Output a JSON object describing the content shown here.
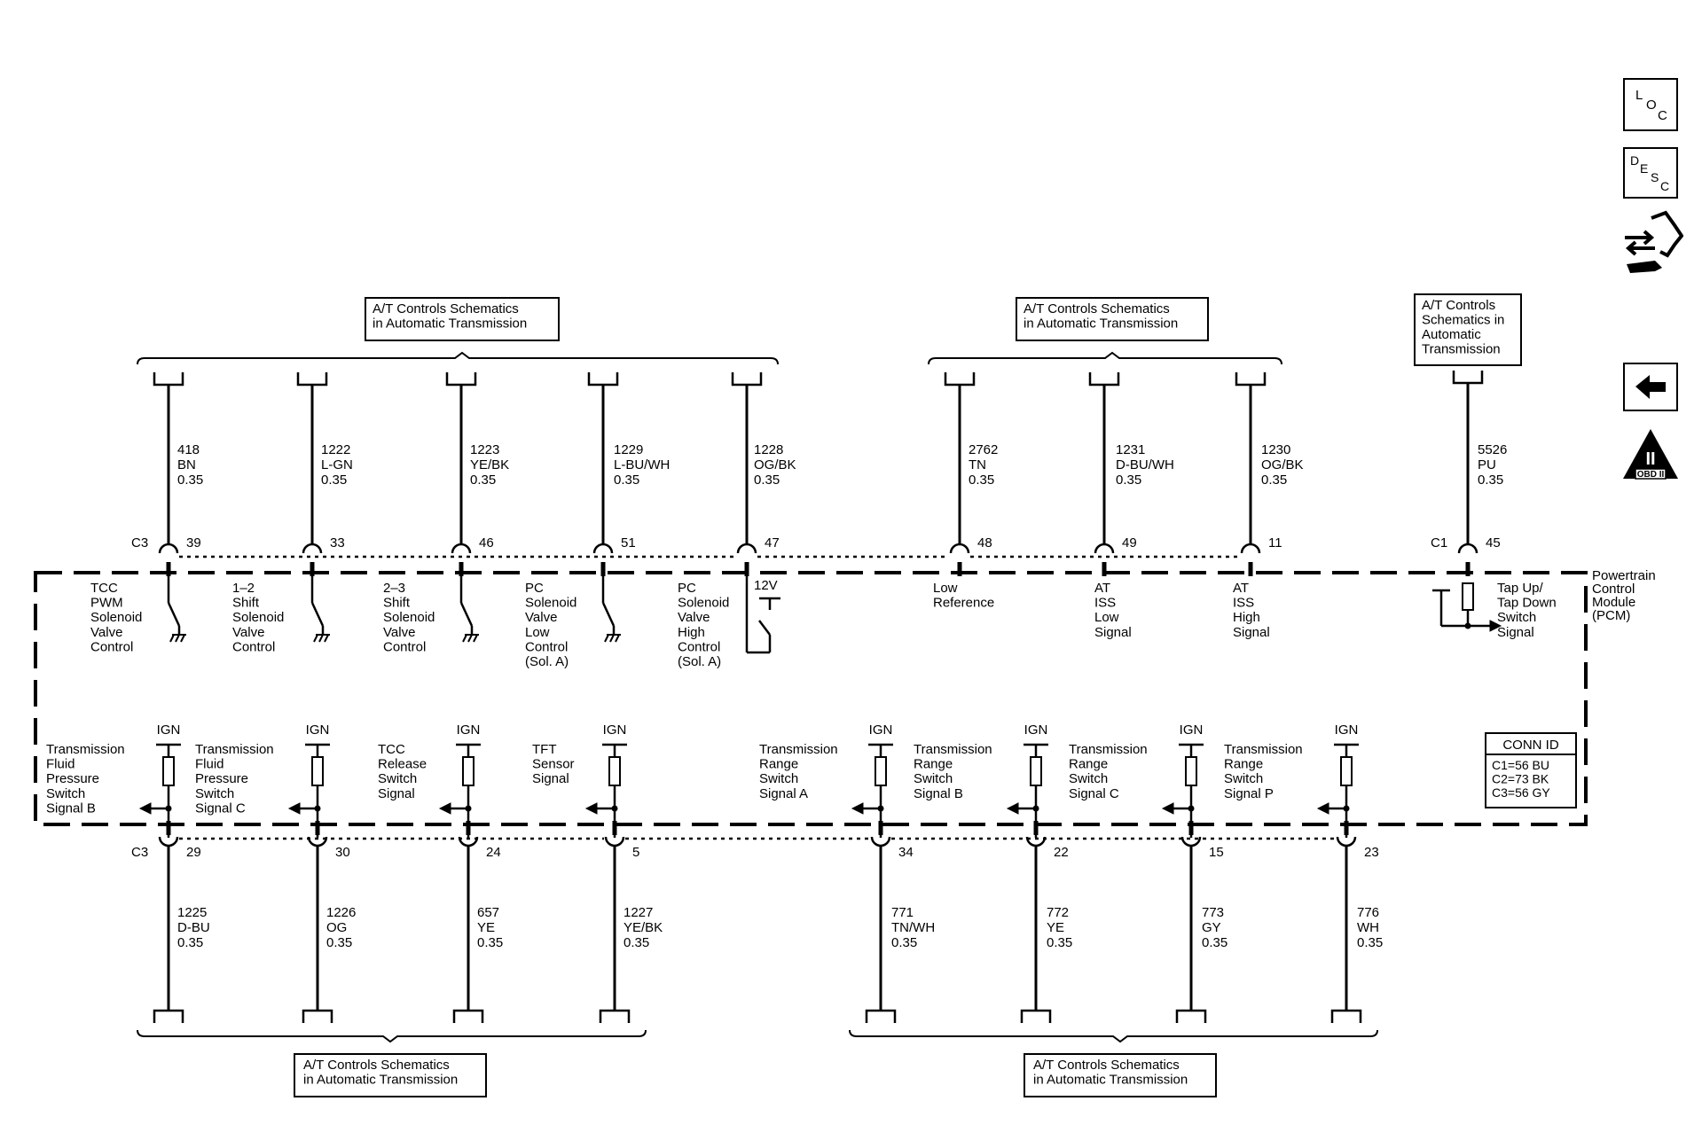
{
  "top_groups": [
    {
      "title_lines": [
        "A/T Controls Schematics",
        "in Automatic Transmission"
      ],
      "wires": [
        {
          "circuit": "418",
          "color": "BN",
          "gauge": "0.35",
          "pin": "39",
          "connector": "C3",
          "desc": [
            "TCC",
            "PWM",
            "Solenoid",
            "Valve",
            "Control"
          ]
        },
        {
          "circuit": "1222",
          "color": "L-GN",
          "gauge": "0.35",
          "pin": "33",
          "desc": [
            "1–2",
            "Shift",
            "Solenoid",
            "Valve",
            "Control"
          ]
        },
        {
          "circuit": "1223",
          "color": "YE/BK",
          "gauge": "0.35",
          "pin": "46",
          "desc": [
            "2–3",
            "Shift",
            "Solenoid",
            "Valve",
            "Control"
          ]
        },
        {
          "circuit": "1229",
          "color": "L-BU/WH",
          "gauge": "0.35",
          "pin": "51",
          "desc": [
            "PC",
            "Solenoid",
            "Valve",
            "Low",
            "Control",
            "(Sol. A)"
          ]
        },
        {
          "circuit": "1228",
          "color": "OG/BK",
          "gauge": "0.35",
          "pin": "47",
          "desc": [
            "PC",
            "Solenoid",
            "Valve",
            "High",
            "Control",
            "(Sol. A)"
          ]
        }
      ]
    },
    {
      "title_lines": [
        "A/T Controls Schematics",
        "in Automatic Transmission"
      ],
      "wires": [
        {
          "circuit": "2762",
          "color": "TN",
          "gauge": "0.35",
          "pin": "48",
          "desc": [
            "Low",
            "Reference"
          ]
        },
        {
          "circuit": "1231",
          "color": "D-BU/WH",
          "gauge": "0.35",
          "pin": "49",
          "desc": [
            "AT",
            "ISS",
            "Low",
            "Signal"
          ]
        },
        {
          "circuit": "1230",
          "color": "OG/BK",
          "gauge": "0.35",
          "pin": "11",
          "desc": [
            "AT",
            "ISS",
            "High",
            "Signal"
          ]
        }
      ]
    },
    {
      "title_lines": [
        "A/T Controls",
        "Schematics in",
        "Automatic",
        "Transmission"
      ],
      "wires": [
        {
          "circuit": "5526",
          "color": "PU",
          "gauge": "0.35",
          "pin": "45",
          "connector": "C1",
          "desc": [
            "Tap Up/",
            "Tap Down",
            "Switch",
            "Signal"
          ]
        }
      ]
    }
  ],
  "supply_label": "12V",
  "ign_label": "IGN",
  "bottom_groups": [
    {
      "title_lines": [
        "A/T Controls Schematics",
        "in Automatic Transmission"
      ],
      "wires": [
        {
          "circuit": "1225",
          "color": "D-BU",
          "gauge": "0.35",
          "pin": "29",
          "connector": "C3",
          "desc": [
            "Transmission",
            "Fluid",
            "Pressure",
            "Switch",
            "Signal B"
          ]
        },
        {
          "circuit": "1226",
          "color": "OG",
          "gauge": "0.35",
          "pin": "30",
          "desc": [
            "Transmission",
            "Fluid",
            "Pressure",
            "Switch",
            "Signal C"
          ]
        },
        {
          "circuit": "657",
          "color": "YE",
          "gauge": "0.35",
          "pin": "24",
          "desc": [
            "TCC",
            "Release",
            "Switch",
            "Signal"
          ]
        },
        {
          "circuit": "1227",
          "color": "YE/BK",
          "gauge": "0.35",
          "pin": "5",
          "desc": [
            "TFT",
            "Sensor",
            "Signal"
          ]
        }
      ]
    },
    {
      "title_lines": [
        "A/T Controls Schematics",
        "in Automatic Transmission"
      ],
      "wires": [
        {
          "circuit": "771",
          "color": "TN/WH",
          "gauge": "0.35",
          "pin": "34",
          "desc": [
            "Transmission",
            "Range",
            "Switch",
            "Signal A"
          ]
        },
        {
          "circuit": "772",
          "color": "YE",
          "gauge": "0.35",
          "pin": "22",
          "desc": [
            "Transmission",
            "Range",
            "Switch",
            "Signal B"
          ]
        },
        {
          "circuit": "773",
          "color": "GY",
          "gauge": "0.35",
          "pin": "15",
          "desc": [
            "Transmission",
            "Range",
            "Switch",
            "Signal C"
          ]
        },
        {
          "circuit": "776",
          "color": "WH",
          "gauge": "0.35",
          "pin": "23",
          "desc": [
            "Transmission",
            "Range",
            "Switch",
            "Signal P"
          ]
        }
      ]
    }
  ],
  "module_label": [
    "Powertrain",
    "Control",
    "Module",
    "(PCM)"
  ],
  "conn_id": {
    "title": "CONN ID",
    "lines": [
      "C1=56 BU",
      "C2=73 BK",
      "C3=56 GY"
    ]
  },
  "nav": {
    "loc_letters": [
      "L",
      "O",
      "C"
    ],
    "desc_letters": [
      "D",
      "E",
      "S",
      "C"
    ],
    "obd_symbol": "II",
    "obd_text": "OBD II",
    "icons": [
      "loc-icon",
      "desc-icon",
      "connector-end-view-icon",
      "back-arrow-icon",
      "obd-ii-icon"
    ]
  }
}
